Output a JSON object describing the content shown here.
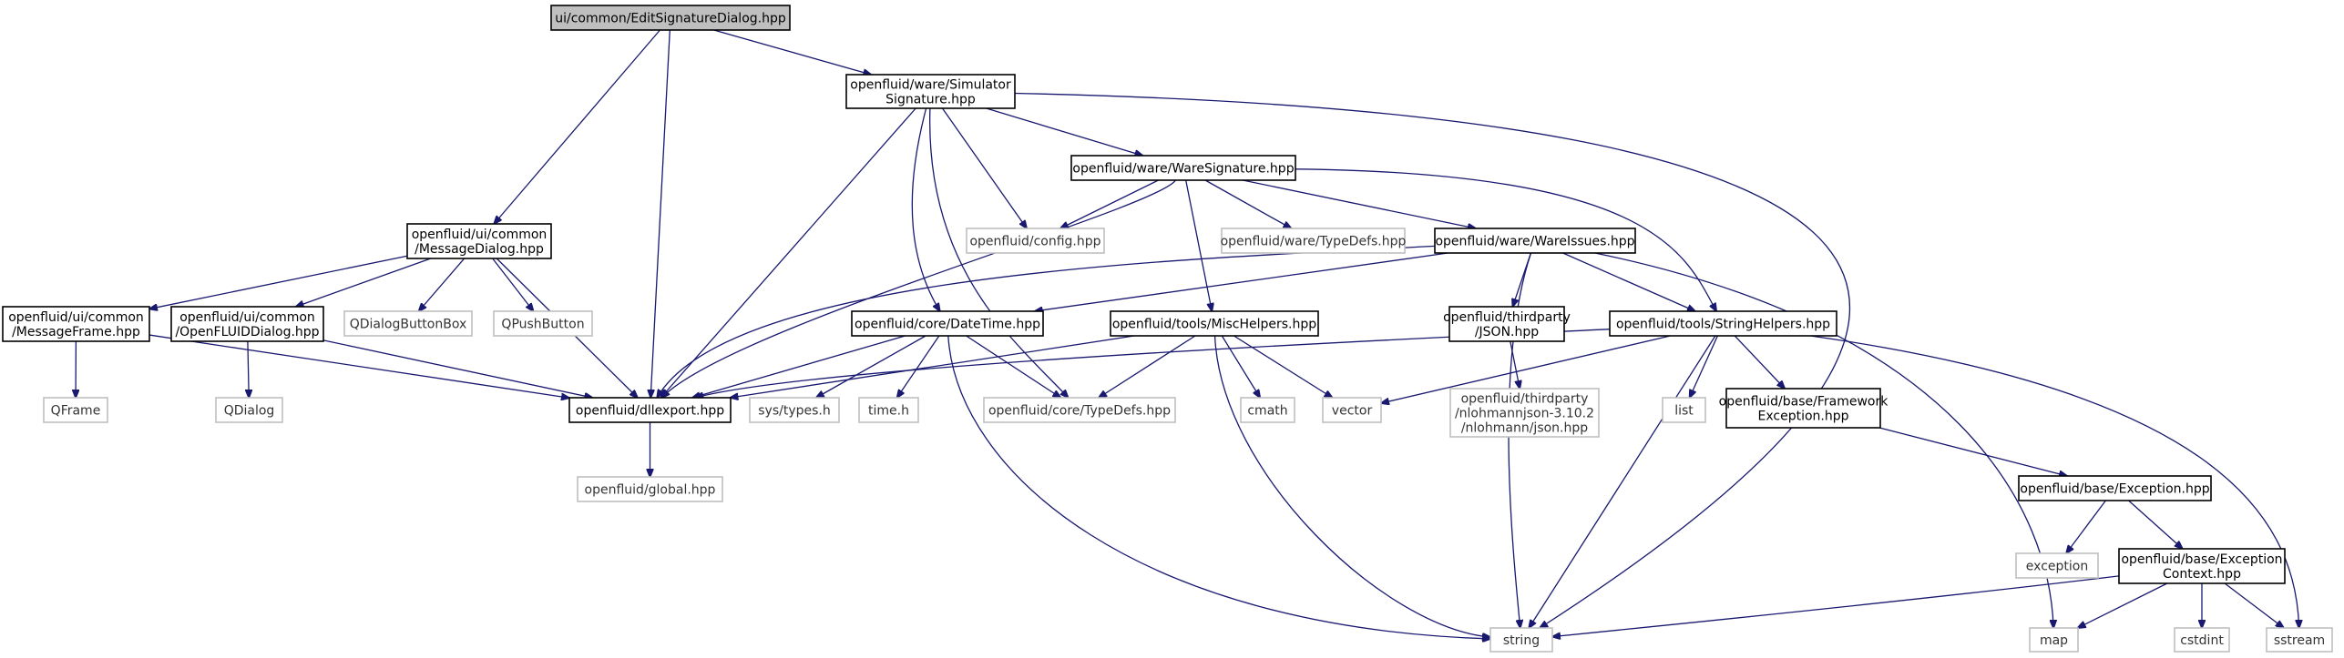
{
  "graph": {
    "colors": {
      "edge": "#191970",
      "root_fill": "#bfbfbf",
      "root_border": "#000000",
      "node_fill": "#ffffff",
      "node_border": "#000000",
      "external_border": "#bfbfbf",
      "node_text": "#000000",
      "external_text": "#333333"
    },
    "nodes": [
      {
        "id": "root",
        "kind": "root",
        "lines": [
          "ui/common/EditSignatureDialog.hpp"
        ]
      },
      {
        "id": "simsig",
        "kind": "internal",
        "lines": [
          "openfluid/ware/Simulator",
          "Signature.hpp"
        ]
      },
      {
        "id": "msgdlg",
        "kind": "internal",
        "lines": [
          "openfluid/ui/common",
          "/MessageDialog.hpp"
        ]
      },
      {
        "id": "waresig",
        "kind": "internal",
        "lines": [
          "openfluid/ware/WareSignature.hpp"
        ]
      },
      {
        "id": "config",
        "kind": "external",
        "lines": [
          "openfluid/config.hpp"
        ]
      },
      {
        "id": "waretypedefs",
        "kind": "external",
        "lines": [
          "openfluid/ware/TypeDefs.hpp"
        ]
      },
      {
        "id": "wareissues",
        "kind": "internal",
        "lines": [
          "openfluid/ware/WareIssues.hpp"
        ]
      },
      {
        "id": "msgframe",
        "kind": "internal",
        "lines": [
          "openfluid/ui/common",
          "/MessageFrame.hpp"
        ]
      },
      {
        "id": "ofdlg",
        "kind": "internal",
        "lines": [
          "openfluid/ui/common",
          "/OpenFLUIDDialog.hpp"
        ]
      },
      {
        "id": "qdlgbtnbox",
        "kind": "external",
        "lines": [
          "QDialogButtonBox"
        ]
      },
      {
        "id": "qpushbtn",
        "kind": "external",
        "lines": [
          "QPushButton"
        ]
      },
      {
        "id": "datetime",
        "kind": "internal",
        "lines": [
          "openfluid/core/DateTime.hpp"
        ]
      },
      {
        "id": "mischelpers",
        "kind": "internal",
        "lines": [
          "openfluid/tools/MiscHelpers.hpp"
        ]
      },
      {
        "id": "tpjson",
        "kind": "internal",
        "lines": [
          "openfluid/thirdparty",
          "/JSON.hpp"
        ]
      },
      {
        "id": "strhelpers",
        "kind": "internal",
        "lines": [
          "openfluid/tools/StringHelpers.hpp"
        ]
      },
      {
        "id": "qframe",
        "kind": "external",
        "lines": [
          "QFrame"
        ]
      },
      {
        "id": "qdialog",
        "kind": "external",
        "lines": [
          "QDialog"
        ]
      },
      {
        "id": "dllexport",
        "kind": "internal",
        "lines": [
          "openfluid/dllexport.hpp"
        ]
      },
      {
        "id": "systypes",
        "kind": "external",
        "lines": [
          "sys/types.h"
        ]
      },
      {
        "id": "timeh",
        "kind": "external",
        "lines": [
          "time.h"
        ]
      },
      {
        "id": "coretypedefs",
        "kind": "external",
        "lines": [
          "openfluid/core/TypeDefs.hpp"
        ]
      },
      {
        "id": "cmath",
        "kind": "external",
        "lines": [
          "cmath"
        ]
      },
      {
        "id": "vector",
        "kind": "external",
        "lines": [
          "vector"
        ]
      },
      {
        "id": "nlohmann",
        "kind": "external",
        "lines": [
          "openfluid/thirdparty",
          "/nlohmannjson-3.10.2",
          "/nlohmann/json.hpp"
        ]
      },
      {
        "id": "list",
        "kind": "external",
        "lines": [
          "list"
        ]
      },
      {
        "id": "fwexc",
        "kind": "internal",
        "lines": [
          "openfluid/base/Framework",
          "Exception.hpp"
        ]
      },
      {
        "id": "global",
        "kind": "external",
        "lines": [
          "openfluid/global.hpp"
        ]
      },
      {
        "id": "exc",
        "kind": "internal",
        "lines": [
          "openfluid/base/Exception.hpp"
        ]
      },
      {
        "id": "exception",
        "kind": "external",
        "lines": [
          "exception"
        ]
      },
      {
        "id": "excctx",
        "kind": "internal",
        "lines": [
          "openfluid/base/Exception",
          "Context.hpp"
        ]
      },
      {
        "id": "string",
        "kind": "external",
        "lines": [
          "string"
        ]
      },
      {
        "id": "map",
        "kind": "external",
        "lines": [
          "map"
        ]
      },
      {
        "id": "cstdint",
        "kind": "external",
        "lines": [
          "cstdint"
        ]
      },
      {
        "id": "sstream",
        "kind": "external",
        "lines": [
          "sstream"
        ]
      }
    ],
    "edges": [
      {
        "from": "root",
        "to": "msgdlg"
      },
      {
        "from": "root",
        "to": "dllexport"
      },
      {
        "from": "root",
        "to": "simsig"
      },
      {
        "from": "simsig",
        "to": "waresig"
      },
      {
        "from": "simsig",
        "to": "config"
      },
      {
        "from": "simsig",
        "to": "dllexport"
      },
      {
        "from": "simsig",
        "to": "datetime"
      },
      {
        "from": "simsig",
        "to": "coretypedefs"
      },
      {
        "from": "simsig",
        "to": "string"
      },
      {
        "from": "waresig",
        "to": "config"
      },
      {
        "from": "waresig",
        "to": "waretypedefs"
      },
      {
        "from": "waresig",
        "to": "wareissues"
      },
      {
        "from": "waresig",
        "to": "dllexport"
      },
      {
        "from": "waresig",
        "to": "mischelpers"
      },
      {
        "from": "waresig",
        "to": "strhelpers"
      },
      {
        "from": "msgdlg",
        "to": "msgframe"
      },
      {
        "from": "msgdlg",
        "to": "ofdlg"
      },
      {
        "from": "msgdlg",
        "to": "qdlgbtnbox"
      },
      {
        "from": "msgdlg",
        "to": "qpushbtn"
      },
      {
        "from": "msgdlg",
        "to": "dllexport"
      },
      {
        "from": "wareissues",
        "to": "dllexport"
      },
      {
        "from": "wareissues",
        "to": "datetime"
      },
      {
        "from": "wareissues",
        "to": "tpjson"
      },
      {
        "from": "wareissues",
        "to": "strhelpers"
      },
      {
        "from": "wareissues",
        "to": "string"
      },
      {
        "from": "wareissues",
        "to": "map"
      },
      {
        "from": "msgframe",
        "to": "qframe"
      },
      {
        "from": "msgframe",
        "to": "dllexport"
      },
      {
        "from": "ofdlg",
        "to": "qdialog"
      },
      {
        "from": "ofdlg",
        "to": "dllexport"
      },
      {
        "from": "datetime",
        "to": "dllexport"
      },
      {
        "from": "datetime",
        "to": "systypes"
      },
      {
        "from": "datetime",
        "to": "timeh"
      },
      {
        "from": "datetime",
        "to": "coretypedefs"
      },
      {
        "from": "datetime",
        "to": "string"
      },
      {
        "from": "mischelpers",
        "to": "dllexport"
      },
      {
        "from": "mischelpers",
        "to": "coretypedefs"
      },
      {
        "from": "mischelpers",
        "to": "cmath"
      },
      {
        "from": "mischelpers",
        "to": "vector"
      },
      {
        "from": "mischelpers",
        "to": "string"
      },
      {
        "from": "tpjson",
        "to": "nlohmann"
      },
      {
        "from": "strhelpers",
        "to": "dllexport"
      },
      {
        "from": "strhelpers",
        "to": "vector"
      },
      {
        "from": "strhelpers",
        "to": "list"
      },
      {
        "from": "strhelpers",
        "to": "fwexc"
      },
      {
        "from": "strhelpers",
        "to": "string"
      },
      {
        "from": "strhelpers",
        "to": "sstream"
      },
      {
        "from": "dllexport",
        "to": "global"
      },
      {
        "from": "fwexc",
        "to": "exc"
      },
      {
        "from": "exc",
        "to": "exception"
      },
      {
        "from": "exc",
        "to": "excctx"
      },
      {
        "from": "excctx",
        "to": "string"
      },
      {
        "from": "excctx",
        "to": "map"
      },
      {
        "from": "excctx",
        "to": "cstdint"
      },
      {
        "from": "excctx",
        "to": "sstream"
      }
    ]
  }
}
